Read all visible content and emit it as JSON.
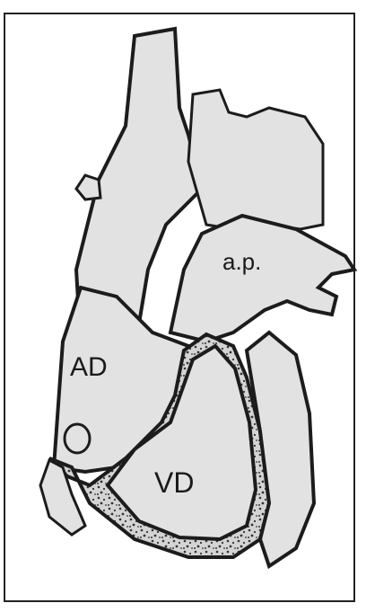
{
  "labels": {
    "right_atrium": "AD",
    "right_ventricle": "VD",
    "pulmonary_artery": "a.p."
  },
  "colors": {
    "fill": "#e2e2e2",
    "outline": "#1c1c1c",
    "muscle_texture": "#3a3a3a",
    "background": "#ffffff"
  }
}
